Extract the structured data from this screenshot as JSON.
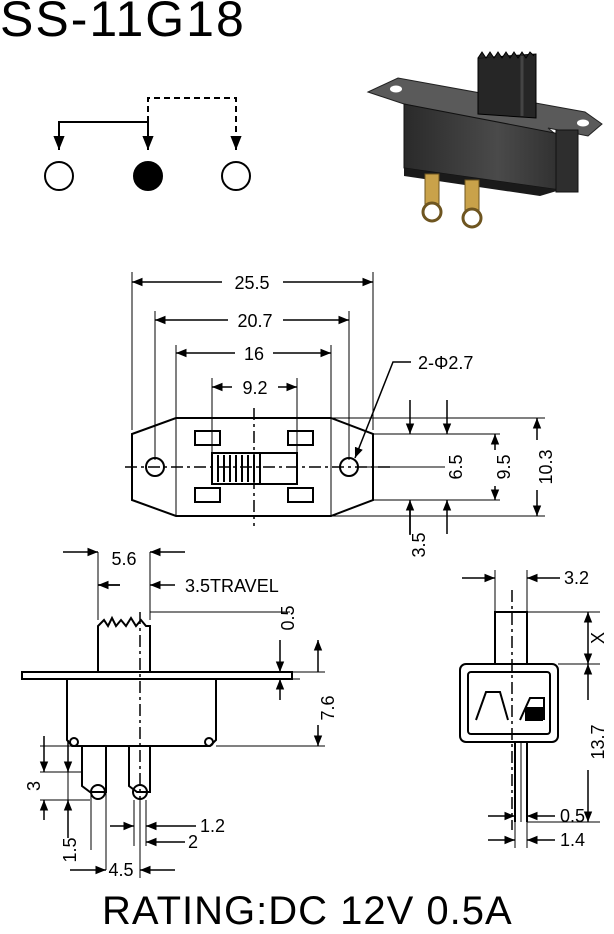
{
  "title": "SS-11G18",
  "rating": "RATING:DC 12V 0.5A",
  "top_view": {
    "dims": {
      "d25_5": "25.5",
      "d20_7": "20.7",
      "d16": "16",
      "d9_2": "9.2",
      "holes": "2-Φ2.7",
      "d6_5": "6.5",
      "d9_5": "9.5",
      "d10_3": "10.3",
      "d3_5": "3.5"
    }
  },
  "side_view": {
    "dims": {
      "d5_6": "5.6",
      "travel": "3.5TRAVEL",
      "d0_5": "0.5",
      "d7_6": "7.6",
      "d3": "3",
      "d1_5": "1.5",
      "d4_5": "4.5",
      "d1_2": "1.2",
      "d2": "2"
    }
  },
  "end_view": {
    "dims": {
      "d3_2": "3.2",
      "x": "X",
      "d13_7": "13.7",
      "d0_5": "0.5",
      "d1_4": "1.4"
    }
  },
  "colors": {
    "ink": "#000000",
    "body": "#3a3a3a",
    "body_dark": "#1c1c1c",
    "metal": "#c9a24a"
  }
}
